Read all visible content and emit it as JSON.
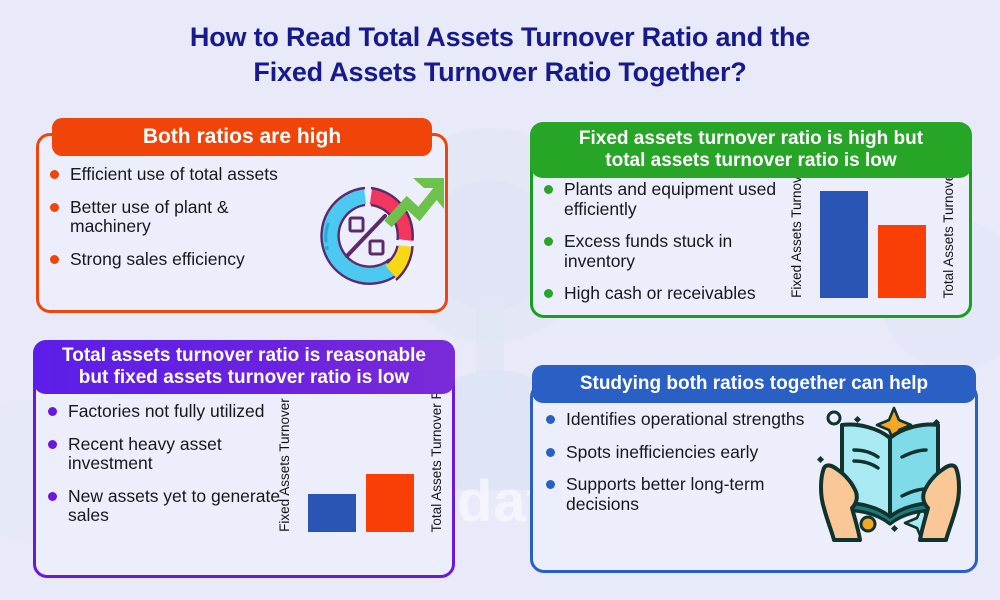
{
  "title": {
    "line1": "How to Read Total Assets Turnover Ratio and the",
    "line2": "Fixed Assets Turnover Ratio Together?"
  },
  "watermark": "www.truedata.in",
  "colors": {
    "page_bg": "#e8eaf9",
    "title": "#171a8c",
    "orange": "#f04409",
    "green": "#27a527",
    "purple": "#6a17e0",
    "blue": "#2a5fc4",
    "bar_blue": "#2b55b5",
    "bar_orange": "#f93e06"
  },
  "cards": [
    {
      "id": "card1",
      "header": "Both ratios are high",
      "accent": "#f04409",
      "bullets": [
        "Efficient use of total assets",
        "Better use of plant & machinery",
        "Strong sales efficiency"
      ],
      "visual": "donut-percent-growth-arrow-icon"
    },
    {
      "id": "card2",
      "header": "Fixed assets turnover ratio is high but total assets turnover ratio is low",
      "header_line1": "Fixed assets turnover ratio is high but",
      "header_line2": "total assets turnover ratio is low",
      "accent": "#27a527",
      "bullets": [
        "Plants and equipment used efficiently",
        "Excess funds stuck in inventory",
        "High cash or receivables"
      ],
      "visual": "bar-chart"
    },
    {
      "id": "card3",
      "header": "Total assets turnover ratio is reasonable but fixed assets turnover ratio is low",
      "header_line1": "Total assets turnover ratio is reasonable",
      "header_line2": "but fixed assets turnover ratio is low",
      "accent": "#6a17e0",
      "bullets": [
        "Factories not fully utilized",
        "Recent heavy asset investment",
        "New assets yet to generate sales"
      ],
      "visual": "bar-chart"
    },
    {
      "id": "card4",
      "header": "Studying both ratios together can help",
      "accent": "#2a5fc4",
      "bullets": [
        "Identifies operational strengths",
        "Spots inefficiencies early",
        "Supports better long-term decisions"
      ],
      "visual": "open-book-hands-icon"
    }
  ],
  "chart_data": [
    {
      "type": "bar",
      "title": "Fixed assets turnover ratio is high but total assets turnover ratio is low",
      "categories": [
        "Fixed Assets Turnover Ratio",
        "Total Assets Turnover Ratio"
      ],
      "values": [
        100,
        68
      ],
      "colors": [
        "#2b55b5",
        "#f93e06"
      ],
      "ylim": [
        0,
        110
      ],
      "xlabel": "",
      "ylabel": "",
      "grid": false,
      "legend": "none",
      "labels_orientation": "vertical-left-of-bar"
    },
    {
      "type": "bar",
      "title": "Total assets turnover ratio is reasonable but fixed assets turnover ratio is low",
      "categories": [
        "Fixed Assets Turnover Ratio",
        "Total Assets Turnover Ratio"
      ],
      "values": [
        42,
        64
      ],
      "colors": [
        "#2b55b5",
        "#f93e06"
      ],
      "ylim": [
        0,
        110
      ],
      "xlabel": "",
      "ylabel": "",
      "grid": false,
      "legend": "none",
      "labels_orientation": "vertical-left-of-bar"
    }
  ],
  "donut": {
    "center_label": "%",
    "segments": [
      {
        "name": "cyan",
        "color": "#4cc9f0",
        "share": 55
      },
      {
        "name": "pink",
        "color": "#f2375f",
        "share": 26
      },
      {
        "name": "yellow",
        "color": "#f7d716",
        "share": 13
      }
    ],
    "arrow_color": "#6cc24a",
    "outline_color": "#5c2a6b"
  },
  "book_icon": {
    "page_color": "#7fdbe8",
    "page_color_light": "#a9e9f2",
    "outline_color": "#10332e",
    "hand_color": "#fac896",
    "sparkle_colors": [
      "#f5a623",
      "#7fdbe8"
    ]
  }
}
